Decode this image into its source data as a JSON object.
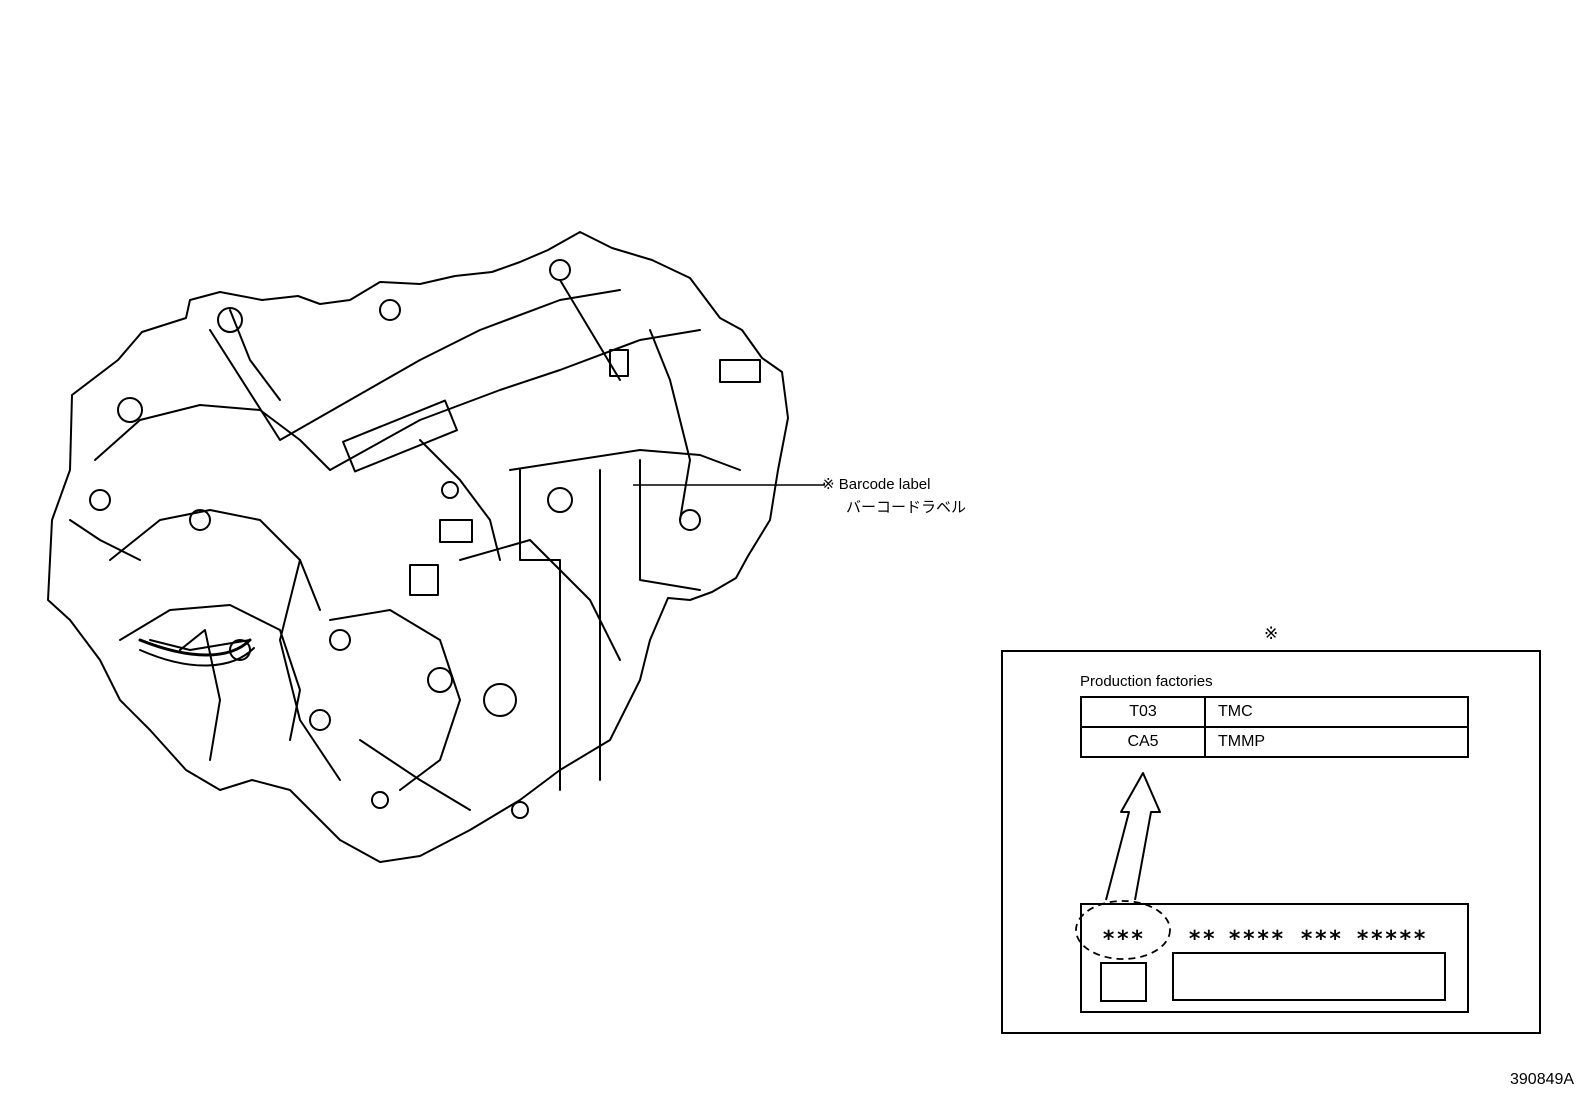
{
  "callout": {
    "mark": "※",
    "label_en": "Barcode label",
    "label_jp": "バーコードラベル"
  },
  "detail": {
    "mark": "※",
    "table_title": "Production factories",
    "factories": [
      {
        "code": "T03",
        "name": "TMC"
      },
      {
        "code": "CA5",
        "name": "TMMP"
      }
    ],
    "barcode_groups": [
      "***",
      "**",
      "****",
      "***",
      "*****"
    ]
  },
  "figure_id": "390849A"
}
